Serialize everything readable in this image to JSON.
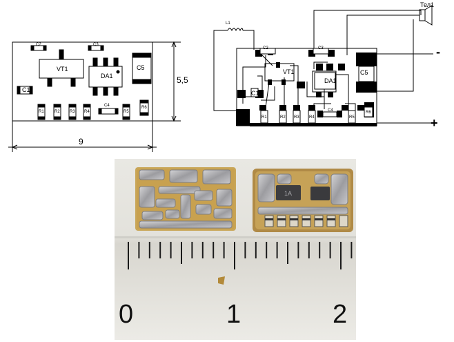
{
  "left_drawing": {
    "components": {
      "vt1": "VT1",
      "da1": "DA1",
      "c5": "C5",
      "c1": "C1",
      "c4": "C4",
      "c2": "C2",
      "c3": "C3",
      "r1": "R1",
      "r2": "R2",
      "r3": "R3",
      "r4": "R4",
      "r5": "R5",
      "r6": "R6"
    },
    "dimension_width": "9",
    "dimension_height": "5,5"
  },
  "right_drawing": {
    "components": {
      "l1": "L1",
      "tel1": "Тел1",
      "vt1": "VT1",
      "da1": "DA1",
      "c5": "C5",
      "c1": "C1",
      "c2": "C2",
      "c3": "C3",
      "c4": "C4",
      "r1": "R1",
      "r2": "R2",
      "r3": "R3",
      "r4": "R4",
      "r5": "R5",
      "r6": "R6"
    },
    "minus_sign": "-",
    "plus_sign": "+"
  },
  "photo": {
    "chip_da1_marking": "1A",
    "ruler_labels": [
      "0",
      "1",
      "2"
    ]
  }
}
